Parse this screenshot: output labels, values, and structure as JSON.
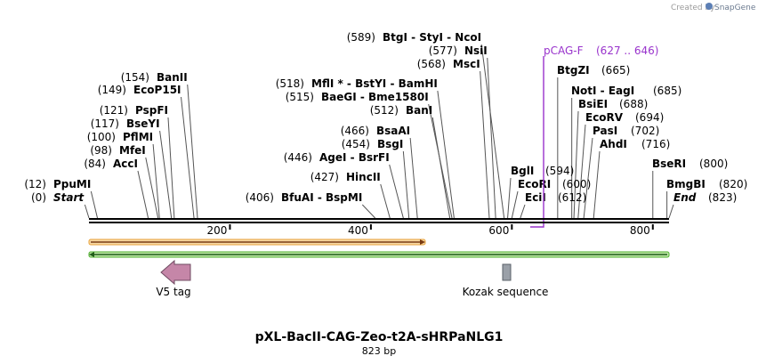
{
  "branding": {
    "created_by": "Created by",
    "app": "SnapGene"
  },
  "map": {
    "title": "pXL-BacII-CAG-Zeo-t2A-sHRPaNLG1",
    "subtitle": "823 bp",
    "length": 823,
    "ticks": [
      200,
      400,
      600,
      800
    ],
    "sites": [
      {
        "pos": "(0)",
        "name": "Start",
        "italic": true,
        "bp": 0
      },
      {
        "pos": "(12)",
        "name": "PpuMI",
        "bp": 12
      },
      {
        "pos": "(84)",
        "name": "AccI",
        "bp": 84
      },
      {
        "pos": "(98)",
        "name": "MfeI",
        "bp": 98
      },
      {
        "pos": "(100)",
        "name": "PflMI",
        "bp": 100
      },
      {
        "pos": "(117)",
        "name": "BseYI",
        "bp": 117
      },
      {
        "pos": "(121)",
        "name": "PspFI",
        "bp": 121
      },
      {
        "pos": "(149)",
        "name": "EcoP15I",
        "bp": 149
      },
      {
        "pos": "(154)",
        "name": "BanII",
        "bp": 154
      },
      {
        "pos": "(406)",
        "name": "BfuAI  -  BspMI",
        "bp": 406
      },
      {
        "pos": "(427)",
        "name": "HincII",
        "bp": 427
      },
      {
        "pos": "(446)",
        "name": "AgeI  -  BsrFI",
        "bp": 446
      },
      {
        "pos": "(454)",
        "name": "BsgI",
        "bp": 454
      },
      {
        "pos": "(466)",
        "name": "BsaAI",
        "bp": 466
      },
      {
        "pos": "(512)",
        "name": "BanI",
        "bp": 512
      },
      {
        "pos": "(515)",
        "name": "BaeGI  -  Bme1580I",
        "bp": 515
      },
      {
        "pos": "(518)",
        "name": "MflI *  -  BstYI  -  BamHI",
        "bp": 518
      },
      {
        "pos": "(568)",
        "name": "MscI",
        "bp": 568
      },
      {
        "pos": "(577)",
        "name": "NsiI",
        "bp": 577
      },
      {
        "pos": "(589)",
        "name": "BtgI  -  StyI  -  NcoI",
        "bp": 589
      },
      {
        "pos": "(594)",
        "name": "BglI",
        "bp": 594
      },
      {
        "pos": "(600)",
        "name": "EcoRI",
        "bp": 600
      },
      {
        "pos": "(612)",
        "name": "EciI",
        "bp": 612
      },
      {
        "pos": "(665)",
        "name": "BtgZI",
        "bp": 665
      },
      {
        "pos": "(685)",
        "name": "NotI  -  EagI",
        "bp": 685
      },
      {
        "pos": "(688)",
        "name": "BsiEI",
        "bp": 688
      },
      {
        "pos": "(694)",
        "name": "EcoRV",
        "bp": 694
      },
      {
        "pos": "(702)",
        "name": "PasI",
        "bp": 702
      },
      {
        "pos": "(716)",
        "name": "AhdI",
        "bp": 716
      },
      {
        "pos": "(800)",
        "name": "BseRI",
        "bp": 800
      },
      {
        "pos": "(820)",
        "name": "BmgBI",
        "bp": 820
      },
      {
        "pos": "(823)",
        "name": "End",
        "italic": true,
        "bp": 823
      }
    ],
    "primer": {
      "name": "pCAG-F",
      "range": "(627 .. 646)",
      "color": "#9933cc"
    },
    "features": [
      {
        "name": "V5 tag",
        "color": "#c586a8"
      },
      {
        "name": "Kozak sequence",
        "color": "#9aa0a8"
      }
    ],
    "strand_colors": {
      "forward": "#e8a23a",
      "reverse": "#4caf2c"
    }
  }
}
